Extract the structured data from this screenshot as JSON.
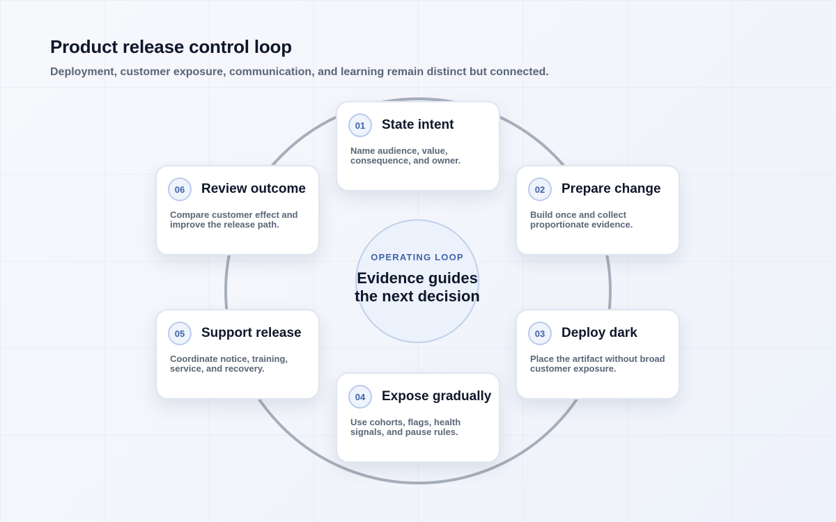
{
  "header": {
    "title": "Product release control loop",
    "subtitle": "Deployment, customer exposure, communication, and learning remain distinct but connected."
  },
  "center": {
    "eyebrow": "OPERATING LOOP",
    "text": "Evidence guides the next decision"
  },
  "steps": [
    {
      "number": "01",
      "title": "State intent",
      "description": "Name audience, value, consequence, and owner."
    },
    {
      "number": "02",
      "title": "Prepare change",
      "description": "Build once and collect proportionate evidence."
    },
    {
      "number": "03",
      "title": "Deploy dark",
      "description": "Place the artifact without broad customer exposure."
    },
    {
      "number": "04",
      "title": "Expose gradually",
      "description": "Use cohorts, flags, health signals, and pause rules."
    },
    {
      "number": "05",
      "title": "Support release",
      "description": "Coordinate notice, training, service, and recovery."
    },
    {
      "number": "06",
      "title": "Review outcome",
      "description": "Compare customer effect and improve the release path."
    }
  ],
  "colors": {
    "ring": "#a7aebb",
    "accent": "#3f63a8",
    "text": "#0f172a",
    "muted": "#5b6678"
  }
}
